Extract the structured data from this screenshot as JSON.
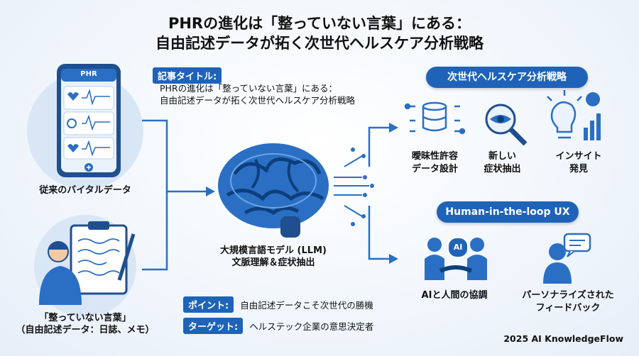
{
  "title": {
    "line1": "PHRの進化は「整っていない言葉」にある：",
    "line2": "自由記述データが拓く次世代ヘルスケア分析戦略"
  },
  "article": {
    "chip": "記事タイトル:",
    "line1": "PHRの進化は「整っていない言葉」にある：",
    "line2": "自由記述データが拓く次世代ヘルスケア分析戦略"
  },
  "left": {
    "phone_header": "PHR",
    "vital_label": "従来のバイタルデータ",
    "free_label_1": "「整っていない言葉」",
    "free_label_2": "（自由記述データ：日誌、メモ）"
  },
  "center": {
    "llm_label_1": "大規模言語モデル (LLM)",
    "llm_label_2": "文脈理解＆症状抽出"
  },
  "strategy": {
    "header": "次世代ヘルスケア分析戦略",
    "items": [
      {
        "label_1": "曖昧性許容",
        "label_2": "データ設計",
        "icon": "database-icon"
      },
      {
        "label_1": "新しい",
        "label_2": "症状抽出",
        "icon": "magnifier-eye-icon"
      },
      {
        "label_1": "インサイト",
        "label_2": "発見",
        "icon": "lightbulb-chart-icon"
      }
    ]
  },
  "hitl": {
    "header": "Human-in-the-loop UX",
    "ai_badge": "AI",
    "items": [
      {
        "label_1": "AIと人間の協調",
        "label_2": "",
        "icon": "handshake-icon"
      },
      {
        "label_1": "パーソナライズされた",
        "label_2": "フィードバック",
        "icon": "person-chat-icon"
      }
    ]
  },
  "notes": {
    "point_chip": "ポイント:",
    "point_text": "自由記述データこそ次世代の勝機",
    "target_chip": "ターゲット:",
    "target_text": "ヘルステック企業の意思決定者"
  },
  "footer": "2025 AI KnowledgeFlow",
  "colors": {
    "accent": "#1f63b8",
    "light": "#cfe1f6",
    "icon": "#2a6fc4"
  }
}
